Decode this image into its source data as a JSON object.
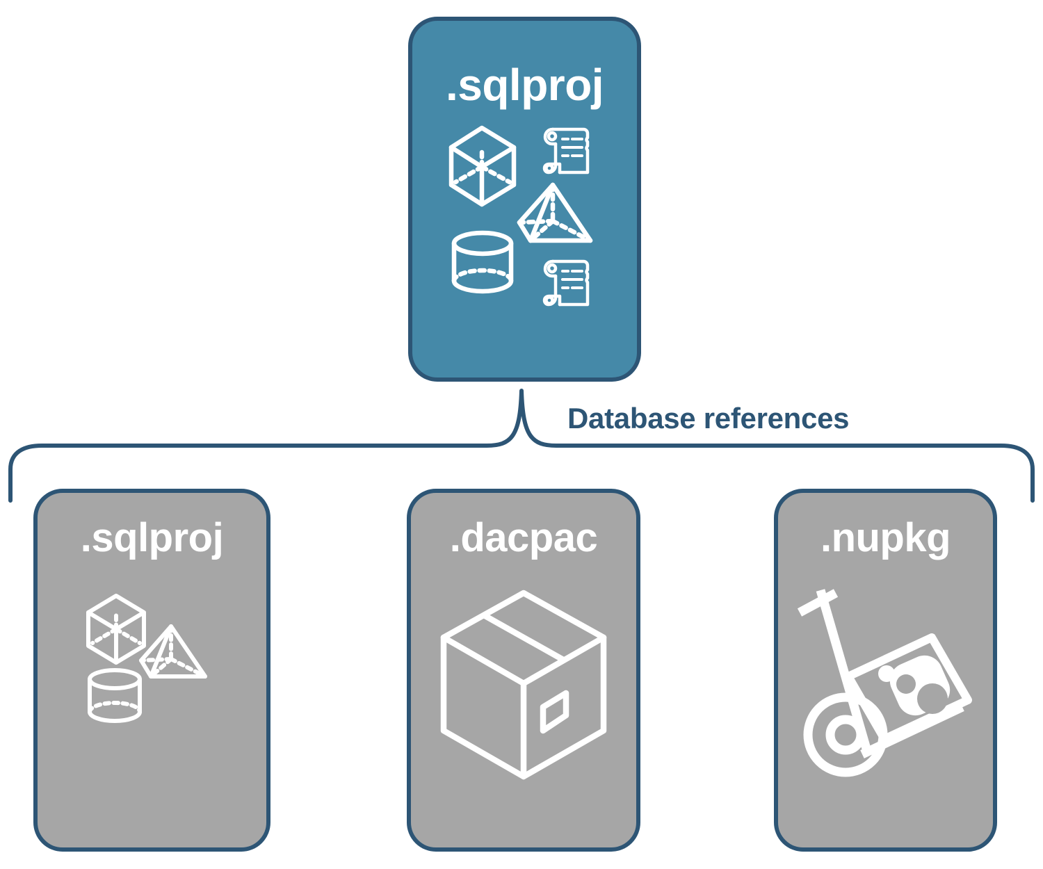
{
  "diagram": {
    "title_text": "Database references",
    "colors": {
      "accent_blue": "#4589a8",
      "border_blue": "#2d5575",
      "gray_card": "#a6a6a6",
      "label_text": "#2d5575",
      "card_text": "#ffffff",
      "background": "#ffffff"
    },
    "root_node": {
      "label": ".sqlproj",
      "fill": "#4589a8",
      "icons": [
        "wireframe-cube-icon",
        "scroll-script-icon",
        "wireframe-pyramid-icon",
        "wireframe-cylinder-icon",
        "scroll-script-icon"
      ]
    },
    "connector": {
      "type": "curly-bracket-down",
      "label": "Database references",
      "label_color": "#2d5575"
    },
    "reference_nodes": [
      {
        "label": ".sqlproj",
        "fill": "#a6a6a6",
        "icons": [
          "wireframe-cube-icon",
          "wireframe-pyramid-icon",
          "wireframe-cylinder-icon"
        ]
      },
      {
        "label": ".dacpac",
        "fill": "#a6a6a6",
        "icons": [
          "cardboard-box-icon"
        ]
      },
      {
        "label": ".nupkg",
        "fill": "#a6a6a6",
        "icons": [
          "hand-truck-package-icon"
        ]
      }
    ]
  }
}
